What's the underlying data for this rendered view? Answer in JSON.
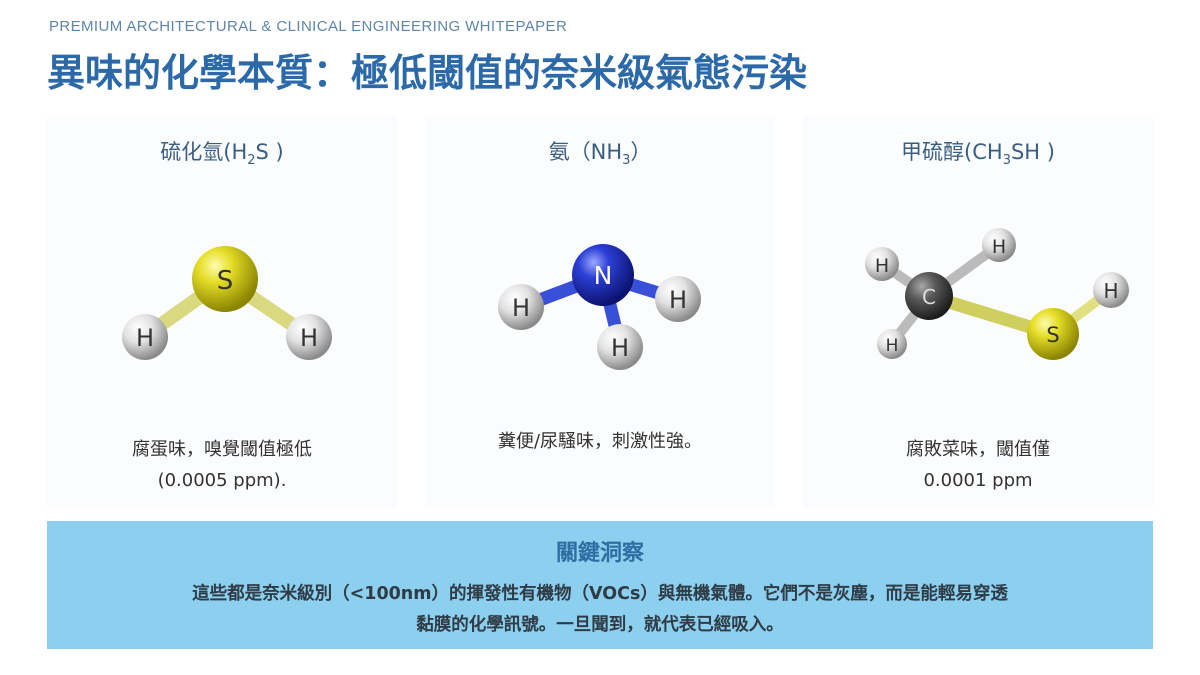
{
  "header": {
    "kicker": "PREMIUM ARCHITECTURAL & CLINICAL ENGINEERING WHITEPAPER",
    "title": "異味的化學本質：極低閾值的奈米級氣態污染"
  },
  "cards": [
    {
      "name_prefix": "硫化氫(H",
      "name_sub": "2",
      "name_suffix": "S )",
      "desc_lines": [
        "腐蛋味，嗅覺閾值極低",
        "(0.0005 ppm)."
      ],
      "atoms": [
        "S",
        "H",
        "H"
      ]
    },
    {
      "name_prefix": "氨（NH",
      "name_sub": "3",
      "name_suffix": "）",
      "desc_lines": [
        "糞便/尿騷味，刺激性強。"
      ],
      "atoms": [
        "N",
        "H",
        "H",
        "H"
      ]
    },
    {
      "name_prefix": "甲硫醇(CH",
      "name_sub": "3",
      "name_suffix": "SH )",
      "desc_lines": [
        "腐敗菜味，閾值僅",
        "0.0001 ppm"
      ],
      "atoms": [
        "C",
        "S",
        "H",
        "H",
        "H",
        "H"
      ]
    }
  ],
  "insight": {
    "heading": "關鍵洞察",
    "body_line1": "這些都是奈米級別（<100nm）的揮發性有機物（VOCs）與無機氣體。它們不是灰塵，而是能輕易穿透",
    "body_line2": "黏膜的化學訊號。一旦聞到，就代表已經吸入。"
  },
  "colors": {
    "title": "#2b69a8",
    "insight_bg": "#8ccfee",
    "sulfur": "#d8d21a",
    "nitrogen": "#2337c8",
    "carbon": "#555555",
    "hydrogen": "#e8e8e8"
  }
}
